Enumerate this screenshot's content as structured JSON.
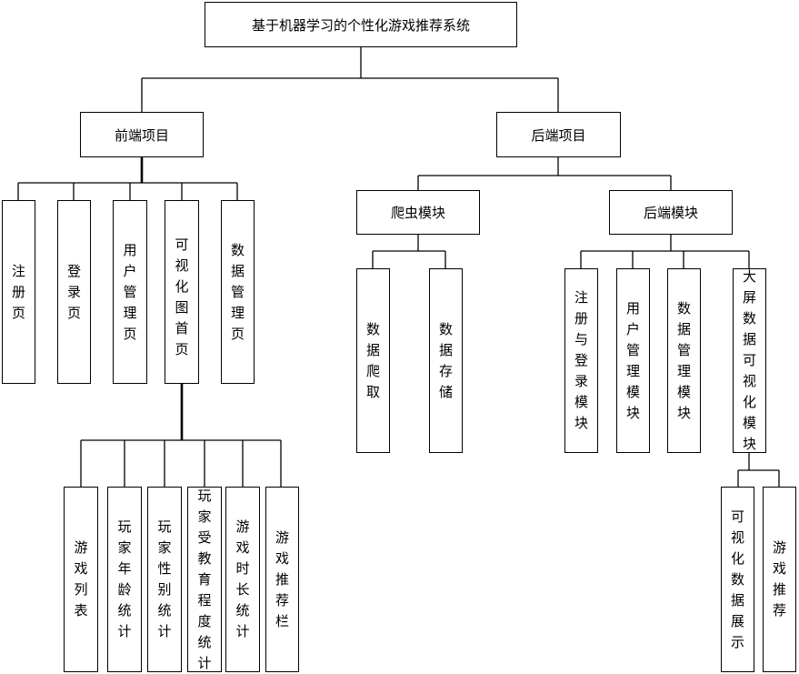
{
  "root": {
    "label": "基于机器学习的个性化游戏推荐系统"
  },
  "frontend": {
    "label": "前端项目",
    "pages": [
      "注册页",
      "登录页",
      "用户管理页",
      "可视化图首页",
      "数据管理页"
    ],
    "visual_children": [
      "游戏列表",
      "玩家年龄统计",
      "玩家性别统计",
      "玩家受教育程度统计",
      "游戏时长统计",
      "游戏推荐栏"
    ]
  },
  "backend": {
    "label": "后端项目",
    "crawler": {
      "label": "爬虫模块",
      "children": [
        "数据爬取",
        "数据存储"
      ]
    },
    "server": {
      "label": "后端模块",
      "children": [
        "注册与登录模块",
        "用户管理模块",
        "数据管理模块",
        "大屏数据可视化模块"
      ],
      "screen_children": [
        "可视化数据展示",
        "游戏推荐"
      ]
    }
  }
}
